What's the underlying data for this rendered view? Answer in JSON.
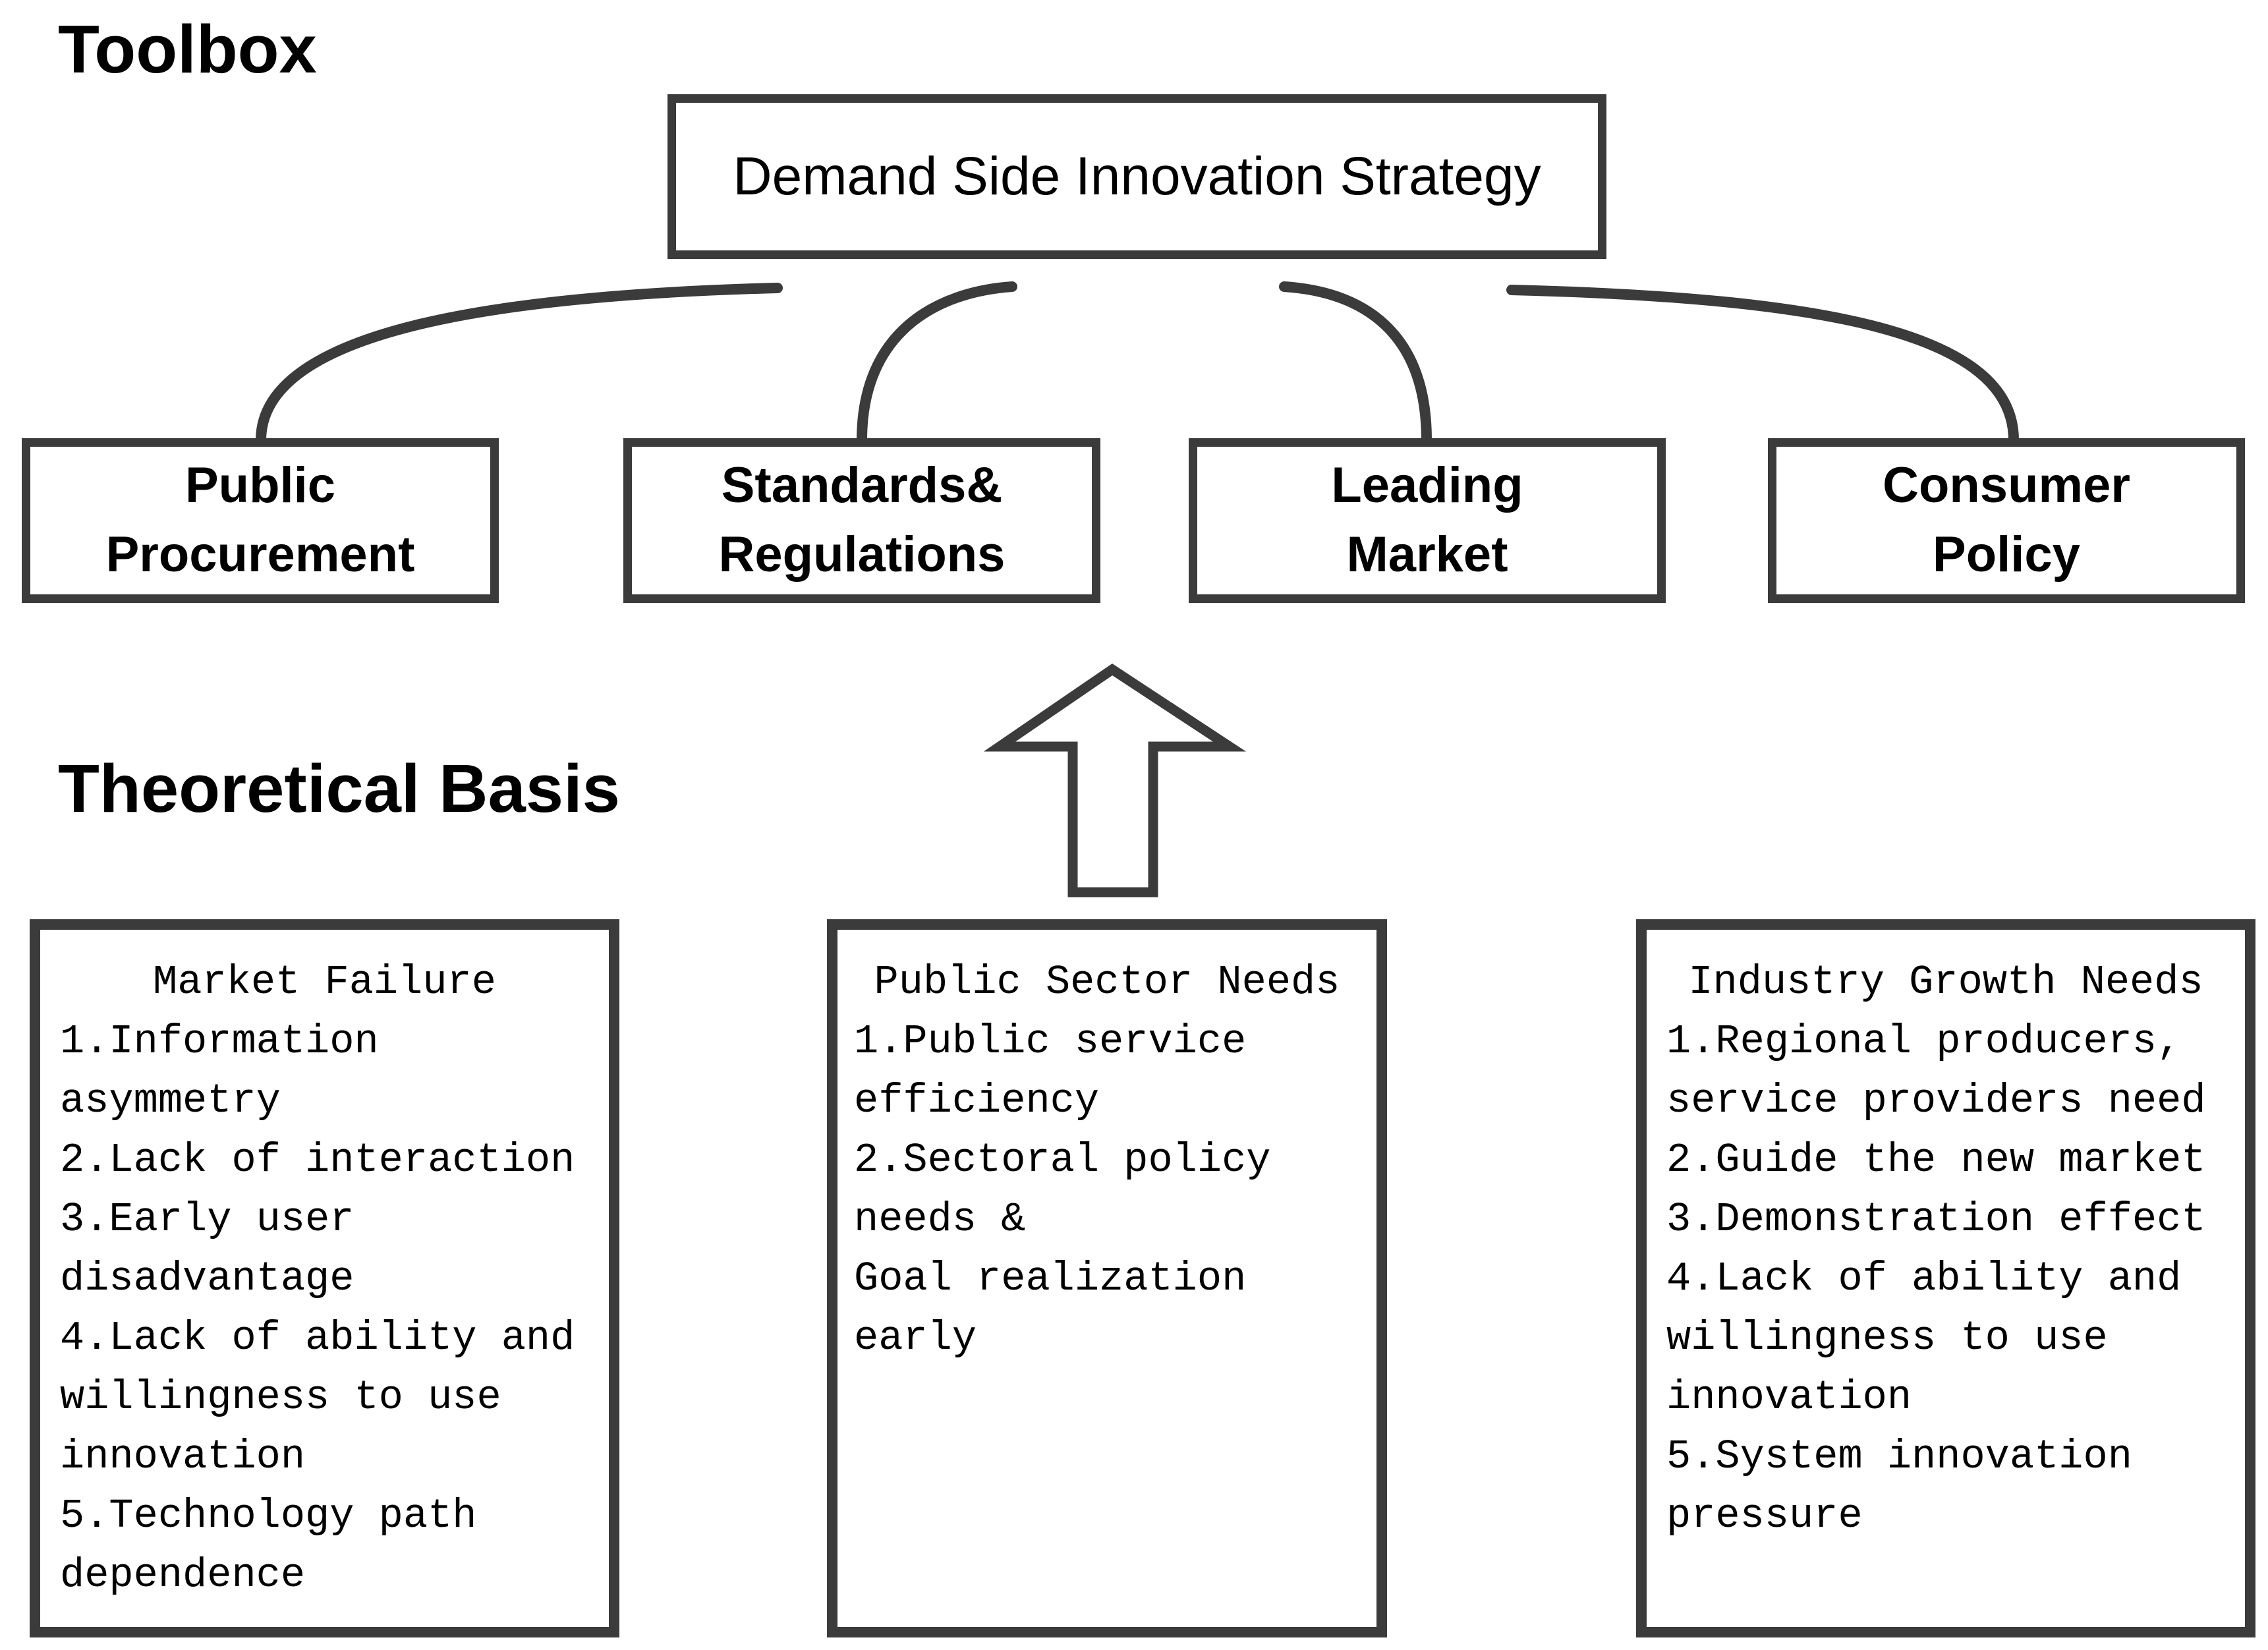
{
  "colors": {
    "stroke": "#3b3b3b",
    "text": "#000000",
    "background": "#ffffff"
  },
  "toolbox": {
    "heading": "Toolbox",
    "strategy": "Demand Side Innovation Strategy",
    "tools": [
      {
        "line1": "Public",
        "line2": "Procurement"
      },
      {
        "line1": "Standards&",
        "line2": "Regulations"
      },
      {
        "line1": "Leading",
        "line2": "Market"
      },
      {
        "line1": "Consumer",
        "line2": "Policy"
      }
    ]
  },
  "theory": {
    "heading": "Theoretical Basis",
    "arrow_icon": "up-block-arrow",
    "bases": [
      {
        "title": "Market Failure",
        "items": [
          "1.Information asymmetry",
          "2.Lack of interaction",
          "3.Early user disadvantage",
          "4.Lack of ability and willingness to use innovation",
          "5.Technology path dependence"
        ]
      },
      {
        "title": "Public Sector Needs",
        "items": [
          "1.Public service efficiency",
          "2.Sectoral policy needs &",
          "Goal realization early"
        ]
      },
      {
        "title": "Industry Growth Needs",
        "items": [
          "1.Regional producers, service providers need",
          "2.Guide the new market",
          "3.Demonstration effect",
          "4.Lack of ability and willingness to use innovation",
          "5.System innovation pressure"
        ]
      }
    ]
  }
}
